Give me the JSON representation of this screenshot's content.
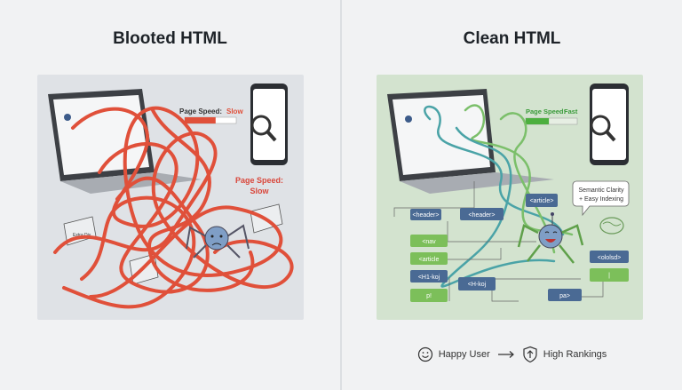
{
  "left": {
    "title": "Blooted HTML",
    "speed_label": "Page Speed:",
    "speed_value": "Slow",
    "speed_fill": 0.6,
    "callout_line1": "Page Speed:",
    "callout_line2": "Slow",
    "box_label": "Extra Div",
    "colors": {
      "accent": "#e0503a",
      "panel": "#dfe2e6"
    }
  },
  "right": {
    "title": "Clean HTML",
    "speed_label": "Page Speed:",
    "speed_value": "Fast",
    "speed_fill": 0.45,
    "bubble_line1": "Semantic Clarity",
    "bubble_line2": "+ Easy Indexing",
    "tags": {
      "header1": "<header>",
      "header2": "<header>",
      "article_top": "<article>",
      "nav": "<nav",
      "article": "<article",
      "h1_left": "<H1-koj",
      "p": "p!",
      "h1_mid": "<H-koj",
      "pa": "pa>",
      "right_blue": "<ololsd>",
      "right_green": "|"
    },
    "colors": {
      "blue": "#4a6a94",
      "green": "#7cbf5a",
      "panel": "#d3e3cf"
    }
  },
  "footer": {
    "happy_user": "Happy User",
    "high_rankings": "High Rankings",
    "icons": [
      "smiley-icon",
      "arrow-right-icon",
      "shield-up-arrow-icon"
    ]
  }
}
